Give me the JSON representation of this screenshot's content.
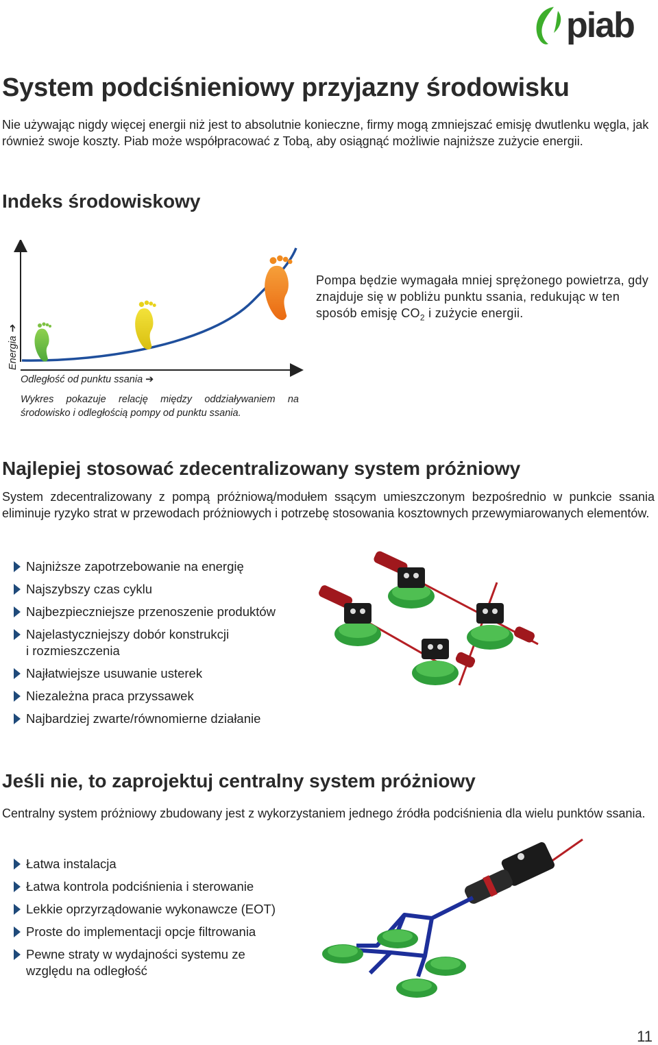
{
  "brand": {
    "name": "piab",
    "green": "#3dae2b",
    "dark": "#2b2b2b"
  },
  "title": "System podciśnieniowy przyjazny środowisku",
  "intro": "Nie używając nigdy więcej energii niż jest to absolutnie konieczne, firmy mogą zmniejszać emisję dwutlenku węgla, jak również swoje koszty. Piab może współpracować z Tobą, aby osiągnąć możliwie najniższe zużycie energii.",
  "index_section": {
    "heading": "Indeks środowiskowy",
    "note_before": "Pompa będzie wymagała mniej sprężonego powietrza, gdy znajduje się w pobliżu punktu ssania, redukując w ten sposób emisję CO",
    "note_sub": "2",
    "note_after": " i zużycie energii.",
    "y_axis_label": "Energia ➔",
    "x_axis_label": "Odległość od punktu ssania ➔",
    "caption": "Wykres pokazuje relację między oddziaływaniem na środowisko i odległością pompy od punktu ssania."
  },
  "decentral": {
    "heading": "Najlepiej stosować zdecentralizowany system próżniowy",
    "text": "System zdecentralizowany z pompą próżniową/modułem ssącym umieszczonym bezpośrednio w punkcie ssania eliminuje ryzyko strat w przewodach próżniowych i potrzebę stosowania kosztownych przewymiarowanych elementów.",
    "bullets": [
      [
        "Najniższe zapotrzebowanie na energię"
      ],
      [
        "Najszybszy czas cyklu"
      ],
      [
        "Najbezpieczniejsze przenoszenie produktów"
      ],
      [
        "Najelastyczniejszy dobór konstrukcji",
        "i rozmieszczenia"
      ],
      [
        "Najłatwiejsze usuwanie usterek"
      ],
      [
        "Niezależna praca przyssawek"
      ],
      [
        "Najbardziej zwarte/równomierne działanie"
      ]
    ]
  },
  "central": {
    "heading": "Jeśli nie, to zaprojektuj centralny system próżniowy",
    "text": "Centralny system próżniowy zbudowany jest z wykorzystaniem jednego źródła podciśnienia dla wielu punktów ssania.",
    "bullets": [
      [
        "Łatwa instalacja"
      ],
      [
        "Łatwa kontrola podciśnienia i sterowanie"
      ],
      [
        "Lekkie oprzyrządowanie wykonawcze (EOT)"
      ],
      [
        "Proste do implementacji opcje filtrowania"
      ],
      [
        "Pewne straty w wydajności systemu ze",
        "względu na odległość"
      ]
    ]
  },
  "colors": {
    "curve": "#1f4f9c",
    "foot_green": "#7dc142",
    "foot_yellow": "#e8d21c",
    "foot_orange": "#f08a1e",
    "cup_green": "#2f9e3a",
    "tube_red": "#b51f24",
    "tube_blue": "#1d2f9a",
    "bullet": "#1f4a7a"
  },
  "page_number": "11"
}
